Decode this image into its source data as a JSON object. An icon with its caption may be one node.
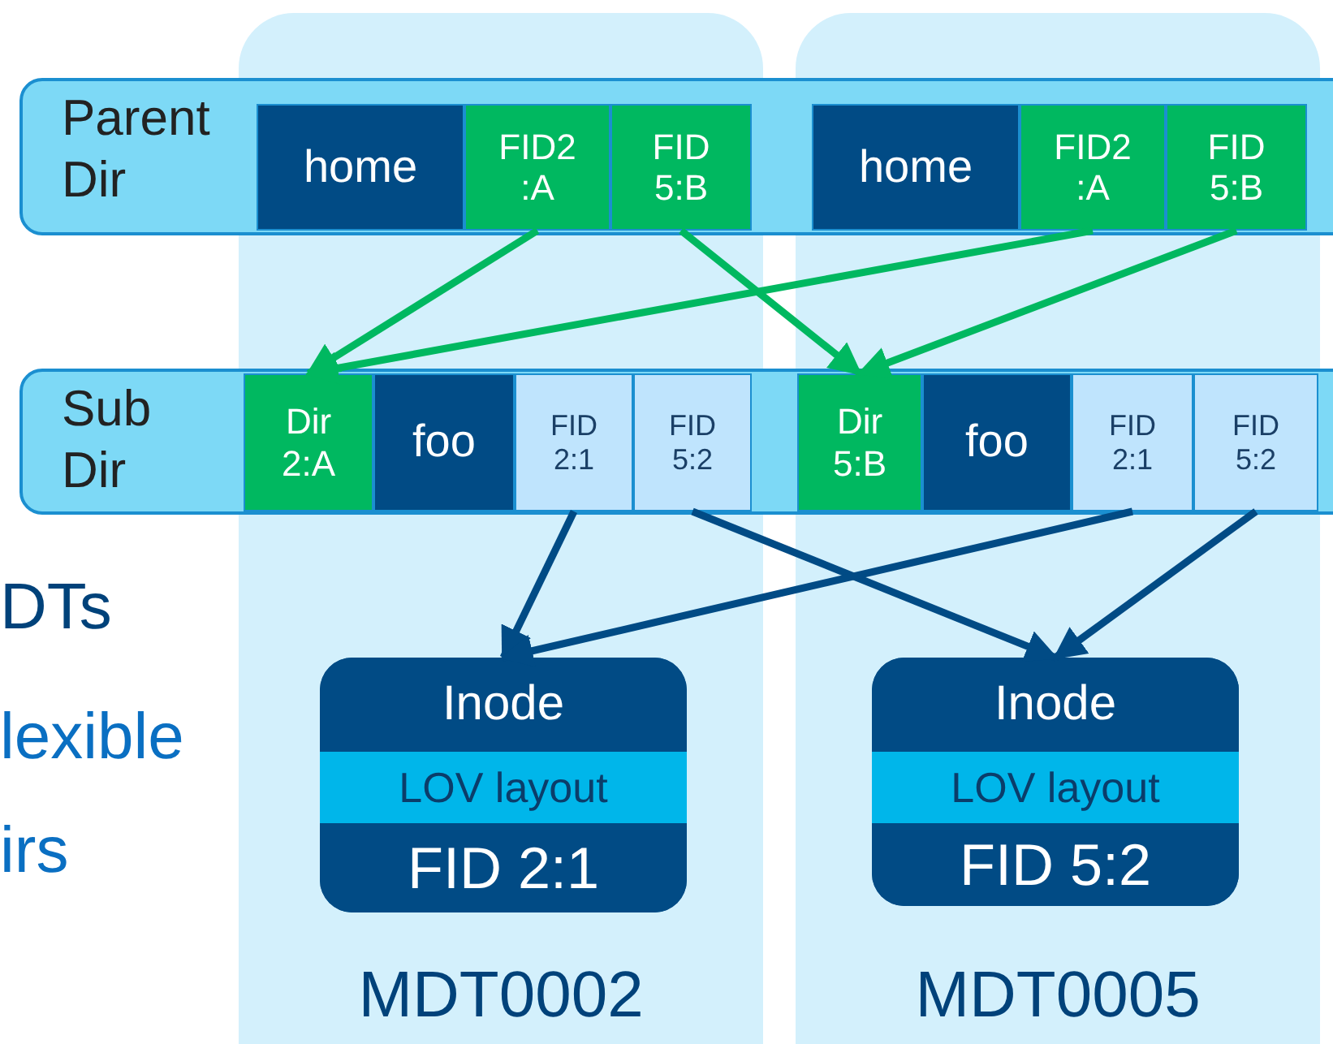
{
  "diagram": {
    "nodes": [
      {
        "text": [
          "MDT0002"
        ]
      },
      {
        "text": [
          "MDT0005"
        ]
      },
      {
        "text": [
          "Parent Dir"
        ]
      },
      {
        "text": [
          "home"
        ]
      },
      {
        "text": [
          "FID2 :A"
        ]
      },
      {
        "text": [
          "FID 5:B"
        ]
      },
      {
        "text": [
          "home"
        ]
      },
      {
        "text": [
          "FID2 :A"
        ]
      },
      {
        "text": [
          "FID 5:B"
        ]
      },
      {
        "text": [
          "Sub Dir"
        ]
      },
      {
        "text": [
          "Dir 2:A"
        ]
      },
      {
        "text": [
          "foo"
        ]
      },
      {
        "text": [
          "FID 2:1"
        ]
      },
      {
        "text": [
          "FID 5:2"
        ]
      },
      {
        "text": [
          "Dir 5:B"
        ]
      },
      {
        "text": [
          "foo"
        ]
      },
      {
        "text": [
          "FID 2:1"
        ]
      },
      {
        "text": [
          "FID 5:2"
        ]
      },
      {
        "text": [
          "Inode",
          "LOV layout",
          "FID 2:1"
        ],
        "in": 0
      },
      {
        "text": [
          "Inode",
          "LOV layout",
          "FID 5:2"
        ],
        "in": 1
      }
    ],
    "edges": [
      {
        "from": 4,
        "to": 10,
        "arrow": "to",
        "color": "#00b860"
      },
      {
        "from": 5,
        "to": 14,
        "arrow": "to",
        "color": "#00b860"
      },
      {
        "from": 7,
        "to": 10,
        "arrow": "to",
        "color": "#00b860"
      },
      {
        "from": 8,
        "to": 14,
        "arrow": "to",
        "color": "#00b860"
      },
      {
        "from": 12,
        "to": 18,
        "arrow": "to",
        "color": "#014b85"
      },
      {
        "from": 13,
        "to": 19,
        "arrow": "to",
        "color": "#014b85"
      },
      {
        "from": 16,
        "to": 18,
        "arrow": "to",
        "color": "#014b85"
      },
      {
        "from": 17,
        "to": 19,
        "arrow": "to",
        "color": "#014b85"
      }
    ],
    "labels": [
      "DTs",
      "lexible",
      "irs"
    ]
  }
}
